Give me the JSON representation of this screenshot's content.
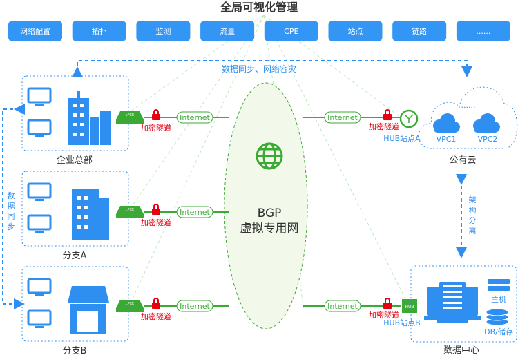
{
  "title": "全局可视化管理",
  "nav": [
    {
      "label": "网络配置"
    },
    {
      "label": "拓扑"
    },
    {
      "label": "监测"
    },
    {
      "label": "流量"
    },
    {
      "label": "CPE"
    },
    {
      "label": "站点"
    },
    {
      "label": "链路"
    },
    {
      "label": "......"
    }
  ],
  "sync_label": "数据同步、网络容灾",
  "side_sync": [
    "数",
    "据",
    "同",
    "步"
  ],
  "sites": [
    {
      "name": "企业总部"
    },
    {
      "name": "分支A"
    },
    {
      "name": "分支B"
    }
  ],
  "cpe_label": "cPCE",
  "tunnel": "加密隧道",
  "internet": "Internet",
  "bgp": {
    "line1": "BGP",
    "line2": "虚拟专用网"
  },
  "hub_a": "HUB站点A",
  "hub_b": "HUB站点B",
  "hub_chip": "HUB",
  "cloud": {
    "name": "公有云",
    "vpc1": "VPC1",
    "vpc2": "VPC2",
    "more": "......"
  },
  "separation": [
    "架",
    "构",
    "分",
    "离"
  ],
  "dc": {
    "name": "数据中心",
    "host": "主机",
    "db": "DB/储存"
  },
  "colors": {
    "blue": "#2f8ff0",
    "green": "#3aaa35",
    "red": "#e60012",
    "text": "#333333"
  }
}
